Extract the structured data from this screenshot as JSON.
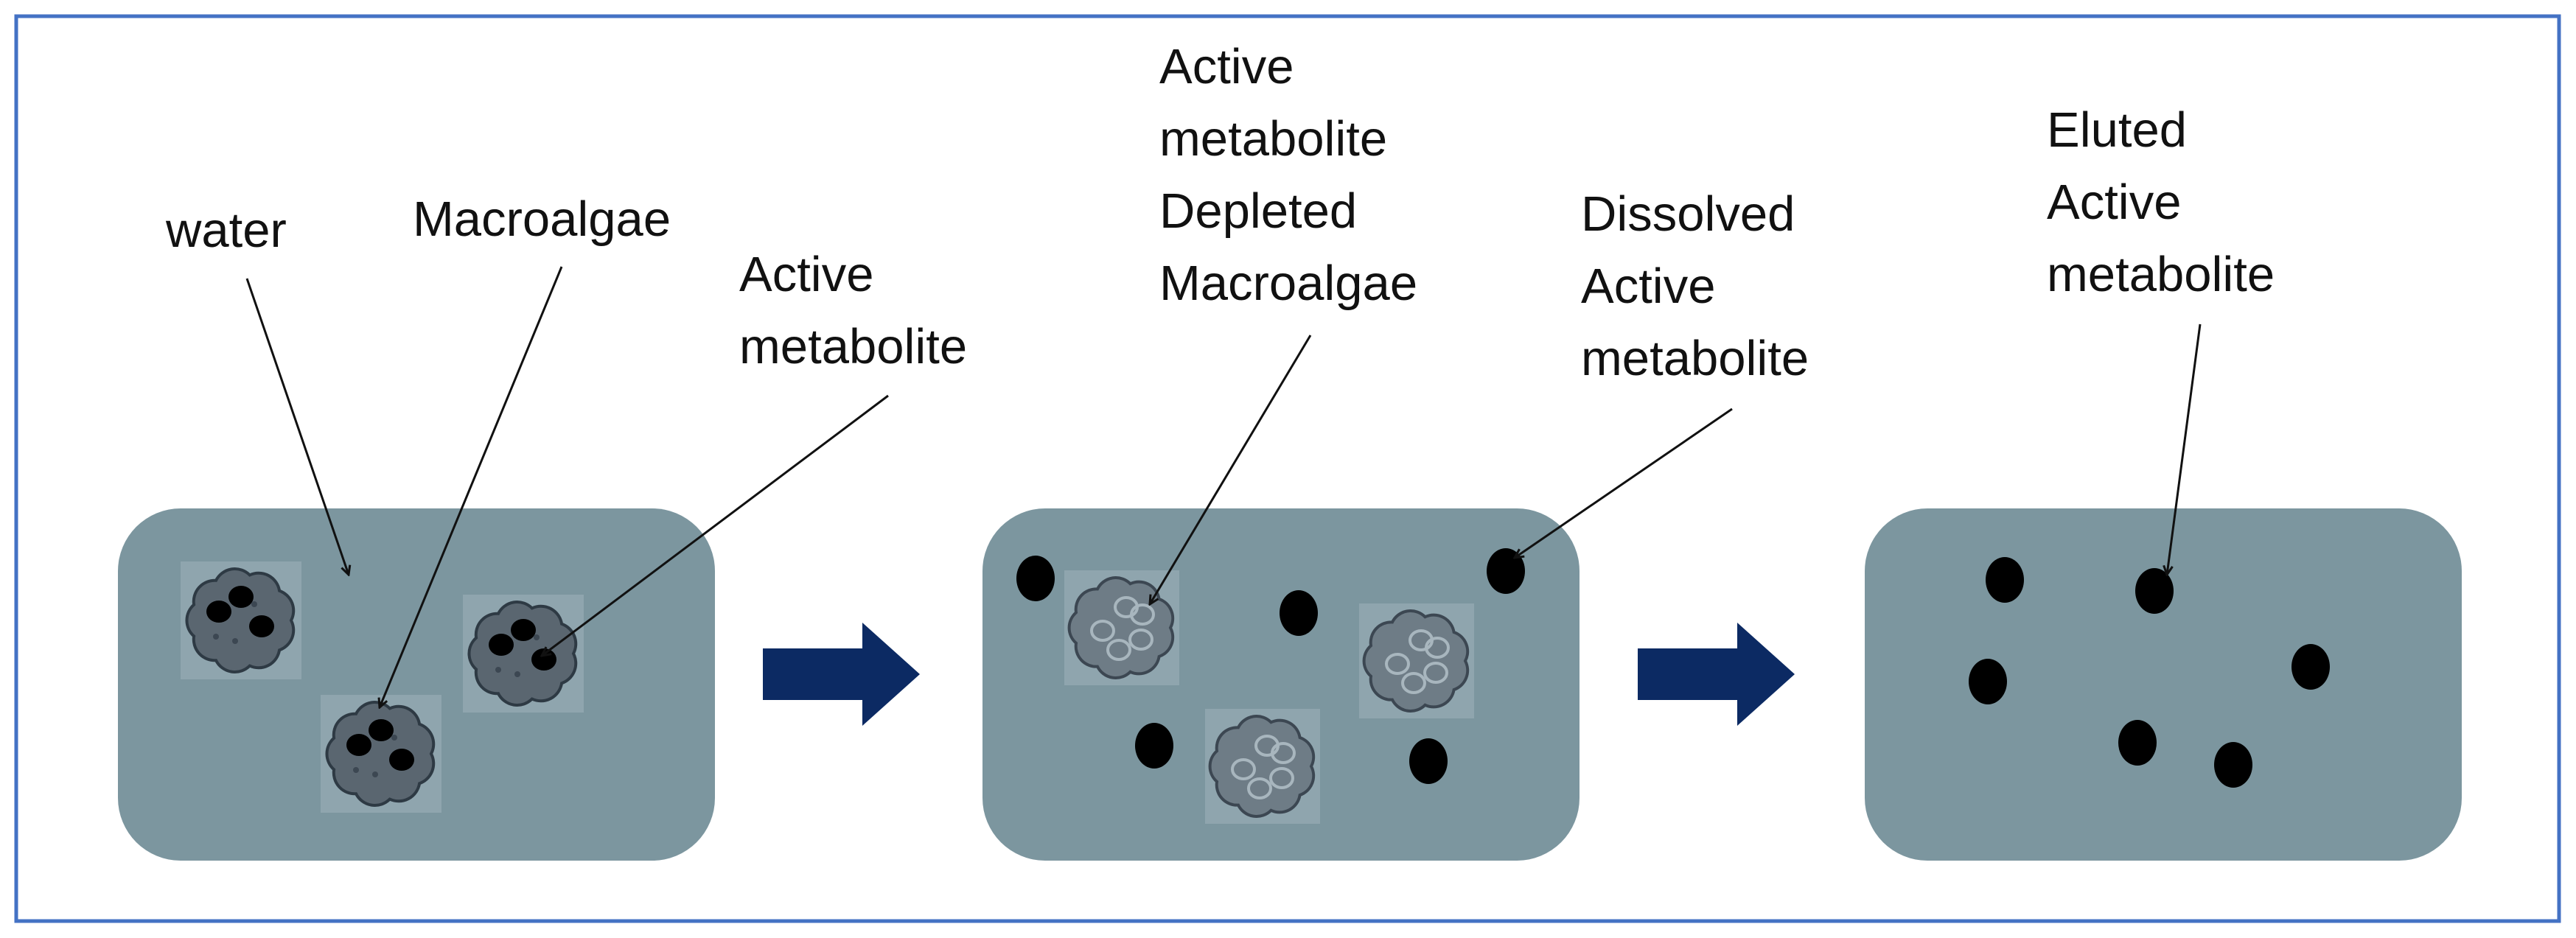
{
  "colors": {
    "frame_border": "#4472C4",
    "container_fill": "#7C969F",
    "arrow_fill": "#0C2A63",
    "particle_fill": "#000000",
    "algae_fill": "#5A6670",
    "leader_line": "#111111"
  },
  "labels": {
    "water": [
      "water"
    ],
    "macroalgae": [
      "Macroalgae"
    ],
    "active_metabolite": [
      "Active",
      "metabolite"
    ],
    "depleted": [
      "Active",
      "metabolite",
      "Depleted",
      "Macroalgae"
    ],
    "dissolved": [
      "Dissolved",
      "Active",
      "metabolite"
    ],
    "eluted": [
      "Eluted",
      "Active",
      "metabolite"
    ]
  },
  "icons": {
    "algae_loaded": "macroalgae-with-metabolite-icon",
    "algae_depleted": "depleted-macroalgae-icon",
    "particle": "metabolite-particle-icon",
    "step_arrow": "right-arrow-icon"
  }
}
